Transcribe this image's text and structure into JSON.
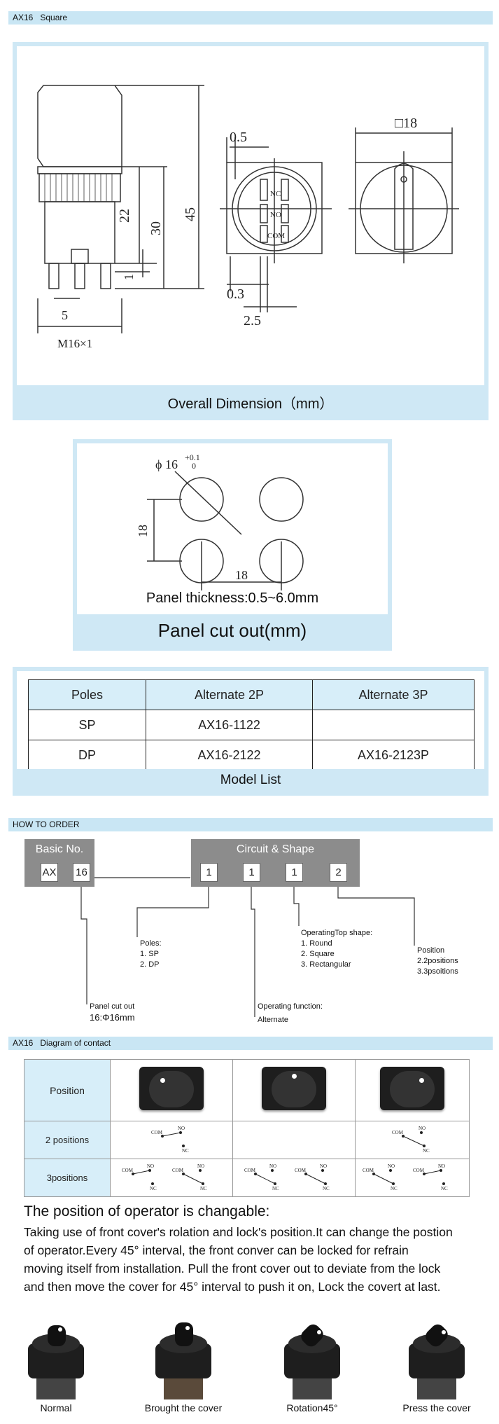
{
  "sections": {
    "square": {
      "product": "AX16",
      "title": "Square"
    },
    "how_to_order": "HOW TO ORDER",
    "contact": {
      "product": "AX16",
      "title": "Diagram of contact"
    }
  },
  "overall_dimension": {
    "caption": "Overall  Dimension（mm）",
    "dims": {
      "d22": "22",
      "d30": "30",
      "d45": "45",
      "d1": "1",
      "d5": "5",
      "thread": "M16×1",
      "d05": "0.5",
      "d03": "0.3",
      "d25": "2.5",
      "sq18": "□18",
      "nc": "NC",
      "no": "NO",
      "com": "COM"
    }
  },
  "panel_cutout": {
    "phi": "ϕ 16",
    "tol_plus": "+0.1",
    "tol_zero": "0",
    "d18v": "18",
    "d18h": "18",
    "thickness": "Panel thickness:0.5~6.0mm",
    "caption": "Panel cut out(mm)"
  },
  "model_list": {
    "headers": [
      "Poles",
      "Alternate 2P",
      "Alternate 3P"
    ],
    "rows": [
      [
        "SP",
        "AX16-1122",
        ""
      ],
      [
        "DP",
        "AX16-2122",
        "AX16-2123P"
      ]
    ],
    "caption": "Model List"
  },
  "how_to_order": {
    "basic_no": "Basic No.",
    "ax": "AX",
    "n16": "16",
    "circuit_shape": "Circuit  & Shape",
    "digits": [
      "1",
      "1",
      "1",
      "2"
    ],
    "poles": {
      "title": "Poles:",
      "l1": "1.  SP",
      "l2": "2.  DP"
    },
    "top_shape": {
      "title": "OperatingTop shape:",
      "l1": "1.  Round",
      "l2": "2.  Square",
      "l3": "3.  Rectangular"
    },
    "position": {
      "title": "Position",
      "l1": "2.2positions",
      "l2": "3.3psoitions"
    },
    "panel_cut": {
      "title": "Panel cut out",
      "l1": "16:Φ16mm"
    },
    "function": {
      "title": "Operating function:",
      "l1": "Alternate"
    }
  },
  "contact_table": {
    "rows": [
      "Position",
      "2 positions",
      "3positions"
    ],
    "com": "COM",
    "no": "NO",
    "nc": "NC"
  },
  "operator": {
    "heading": "The position of operator is changable:",
    "lines": [
      "Taking use of front cover's rolation and lock's position.It can change the postion",
      "of operator.Every 45°  interval, the front conver can be locked for refrain",
      "moving itself from installation. Pull the front cover out to deviate from the lock",
      "and then move the cover for 45°  interval to push it on, Lock the covert at last."
    ]
  },
  "photos": [
    "Normal",
    "Brought the cover",
    "Rotation45°",
    "Press the  cover"
  ]
}
